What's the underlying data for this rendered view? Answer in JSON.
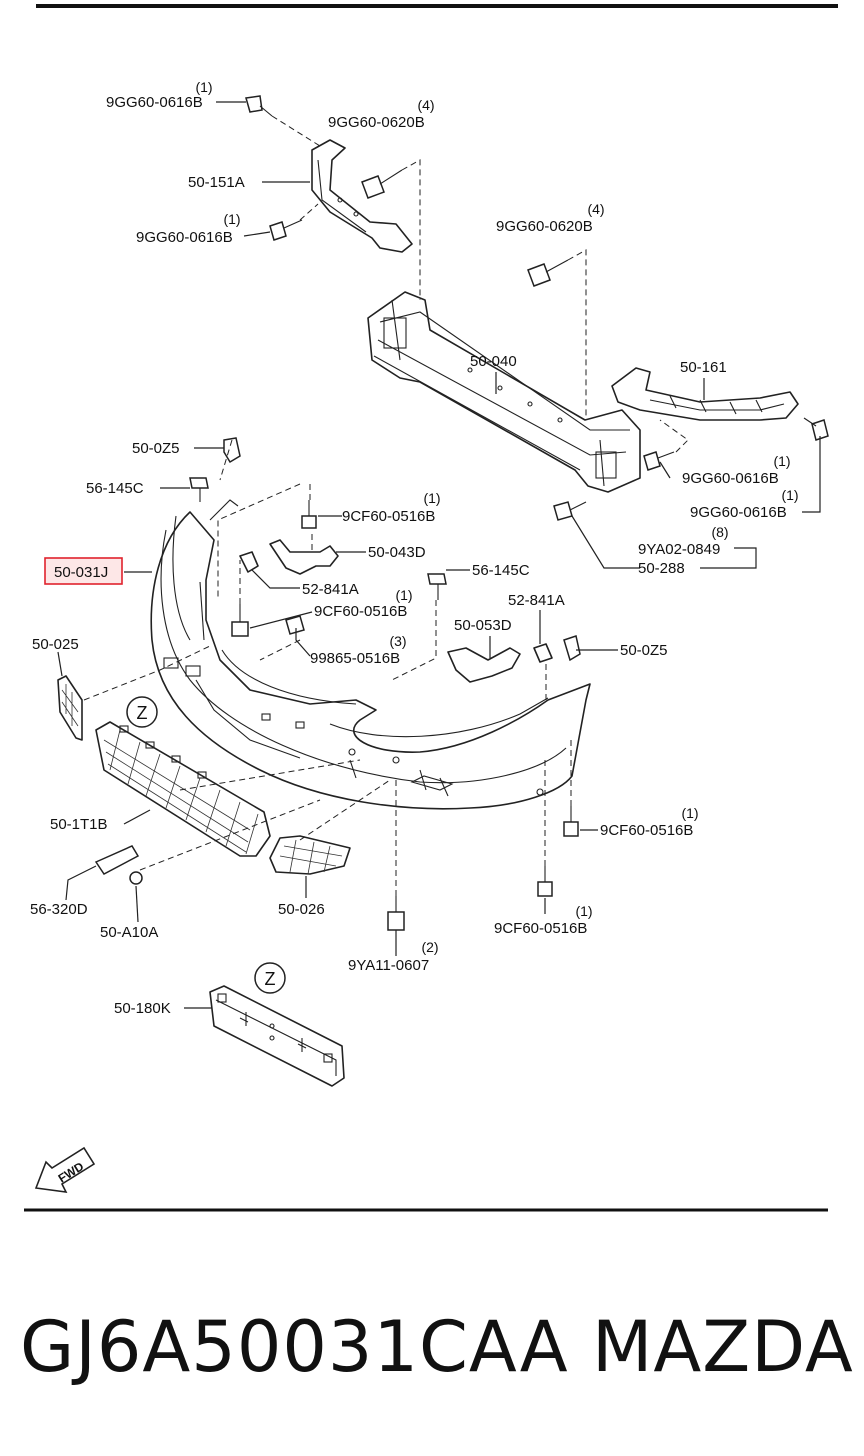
{
  "footer": {
    "part_number": "GJ6A50031CAA",
    "brand": "MAZDA"
  },
  "direction_marker": "FWD",
  "view_marker": "Z",
  "callouts": [
    {
      "id": "c1",
      "qty": "(1)",
      "code": "9GG60-0616B"
    },
    {
      "id": "c2",
      "qty": "(4)",
      "code": "9GG60-0620B"
    },
    {
      "id": "c3",
      "qty": "",
      "code": "50-151A"
    },
    {
      "id": "c4",
      "qty": "(1)",
      "code": "9GG60-0616B"
    },
    {
      "id": "c5",
      "qty": "(4)",
      "code": "9GG60-0620B"
    },
    {
      "id": "c6",
      "qty": "",
      "code": "50-040"
    },
    {
      "id": "c7",
      "qty": "",
      "code": "50-161"
    },
    {
      "id": "c8",
      "qty": "",
      "code": "50-0Z5"
    },
    {
      "id": "c9",
      "qty": "(1)",
      "code": "9GG60-0616B"
    },
    {
      "id": "c10",
      "qty": "(1)",
      "code": "9GG60-0616B"
    },
    {
      "id": "c11",
      "qty": "",
      "code": "56-145C"
    },
    {
      "id": "c12",
      "qty": "(1)",
      "code": "9CF60-0516B"
    },
    {
      "id": "c13",
      "qty": "",
      "code": "50-043D"
    },
    {
      "id": "c14",
      "qty": "(8)",
      "code": "9YA02-0849"
    },
    {
      "id": "c15",
      "qty": "",
      "code": "50-288"
    },
    {
      "id": "c16",
      "qty": "",
      "code": "50-031J",
      "highlight": true
    },
    {
      "id": "c17",
      "qty": "",
      "code": "52-841A"
    },
    {
      "id": "c18",
      "qty": "",
      "code": "56-145C"
    },
    {
      "id": "c19",
      "qty": "(1)",
      "code": "9CF60-0516B"
    },
    {
      "id": "c20",
      "qty": "",
      "code": "52-841A"
    },
    {
      "id": "c21",
      "qty": "",
      "code": "50-025"
    },
    {
      "id": "c22",
      "qty": "(3)",
      "code": "99865-0516B"
    },
    {
      "id": "c23",
      "qty": "",
      "code": "50-053D"
    },
    {
      "id": "c24",
      "qty": "",
      "code": "50-0Z5"
    },
    {
      "id": "c25",
      "qty": "(1)",
      "code": "9CF60-0516B"
    },
    {
      "id": "c26",
      "qty": "",
      "code": "50-1T1B"
    },
    {
      "id": "c27",
      "qty": "",
      "code": "56-320D"
    },
    {
      "id": "c28",
      "qty": "",
      "code": "50-026"
    },
    {
      "id": "c29",
      "qty": "",
      "code": "50-A10A"
    },
    {
      "id": "c30",
      "qty": "(1)",
      "code": "9CF60-0516B"
    },
    {
      "id": "c31",
      "qty": "(2)",
      "code": "9YA11-0607"
    },
    {
      "id": "c32",
      "qty": "",
      "code": "50-180K"
    }
  ],
  "colors": {
    "highlight_border": "#e0222d",
    "highlight_fill": "#fde7e7",
    "line": "#222222"
  }
}
